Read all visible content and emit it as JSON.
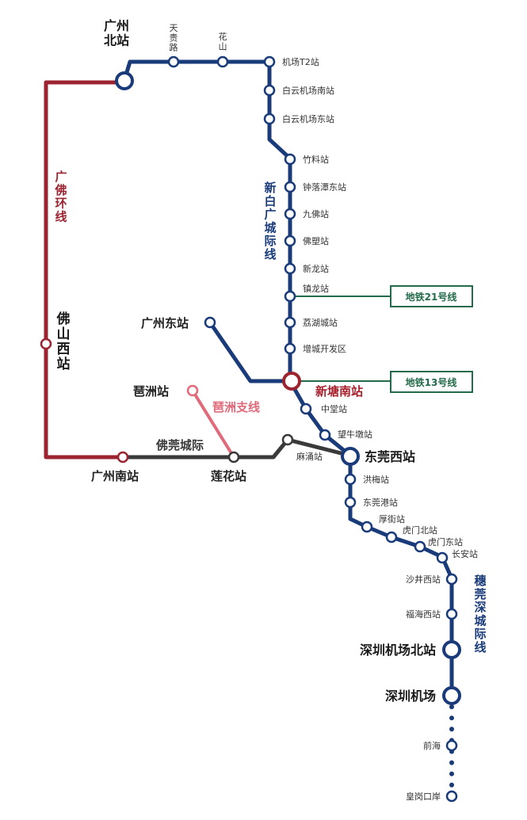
{
  "colors": {
    "blue_line": "#1a3b7a",
    "red_line": "#9b2430",
    "pink_line": "#e06a7a",
    "gray_line": "#3a3a3a",
    "green_box": "#236b4a",
    "station_fill": "#ffffff"
  },
  "lines": {
    "xinbai": "新白广城际线",
    "guangfo_ring": "广佛环线",
    "pizhou_branch": "琶洲支线",
    "fowan": "佛莞城际",
    "suiwan_shen": "穗莞深城际线"
  },
  "boxes": {
    "metro21": "地铁21号线",
    "metro13": "地铁13号线"
  },
  "stations": {
    "guangzhou_north": "广州北站",
    "tianguilu": "天贵路",
    "huashan": "花山",
    "airport_t2": "机场T2站",
    "baiyun_airport_south": "白云机场南站",
    "baiyun_airport_east": "白云机场东站",
    "zhuliao": "竹料站",
    "zhongluotan_east": "钟落潭东站",
    "jiufo": "九佛站",
    "fosu": "佛塑站",
    "xinlong": "新龙站",
    "zhenlong": "镇龙站",
    "lihu_city": "荔湖城站",
    "zengcheng_dev": "增城开发区",
    "guangzhou_east": "广州东站",
    "xintang_south": "新塘南站",
    "zhongtang": "中堂站",
    "wangniudun": "望牛墩站",
    "dongguan_west": "东莞西站",
    "pizhou": "琶洲站",
    "foshan_west": "佛山西站",
    "guangzhou_south": "广州南站",
    "lianhua": "莲花站",
    "machong": "麻涌站",
    "hongmei": "洪梅站",
    "dongguan_port": "东莞港站",
    "houjie": "厚街站",
    "humen_north": "虎门北站",
    "humen_east": "虎门东站",
    "changan": "长安站",
    "shajing_west": "沙井西站",
    "fuhai_west": "福海西站",
    "shenzhen_airport_north": "深圳机场北站",
    "shenzhen_airport": "深圳机场",
    "qianhai": "前海",
    "huanggang_port": "皇岗口岸"
  }
}
